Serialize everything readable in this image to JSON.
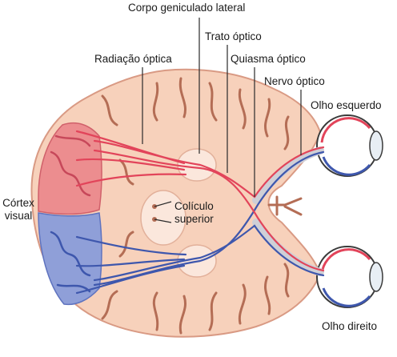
{
  "labels": {
    "lgn": "Corpo geniculado lateral",
    "optic_tract": "Trato óptico",
    "optic_radiation": "Radiação óptica",
    "chiasm": "Quiasma óptico",
    "optic_nerve": "Nervo óptico",
    "left_eye": "Olho esquerdo",
    "right_eye": "Olho direito",
    "visual_cortex_line1": "Córtex",
    "visual_cortex_line2": "visual",
    "sup_colliculus_line1": "Colículo",
    "sup_colliculus_line2": "superior"
  },
  "colors": {
    "brain_fill": "#f7d1bb",
    "brain_outline": "#d99a84",
    "sulcus": "#b46d55",
    "cortex_left": "#ec8d8f",
    "cortex_right": "#8f9fd8",
    "pathway_red": "#e2445a",
    "pathway_blue": "#3e57ad",
    "leader": "#2a2a2a"
  }
}
